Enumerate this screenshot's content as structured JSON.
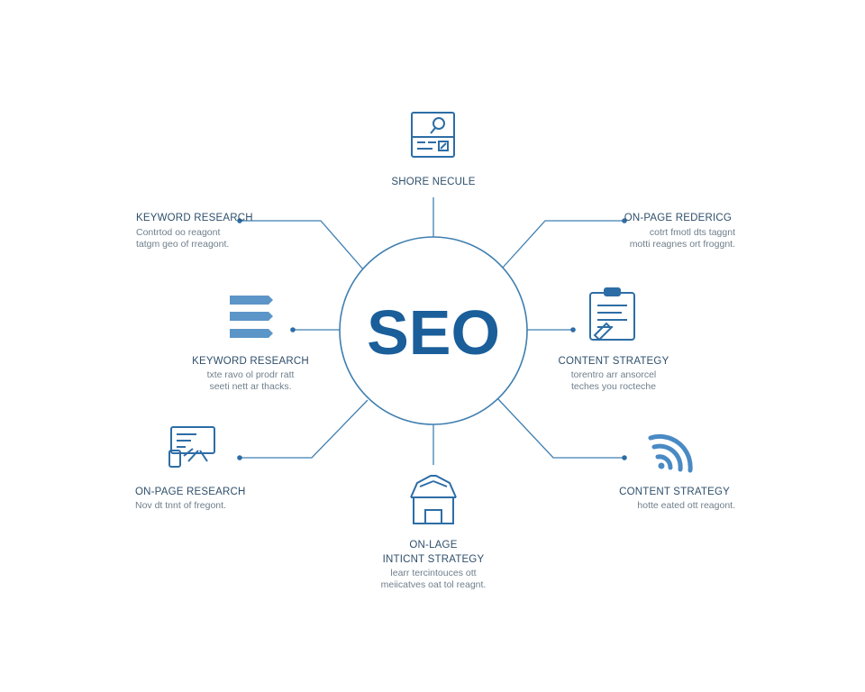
{
  "colors": {
    "line": "#3f7fb0",
    "accent": "#2d6da6",
    "hub_text": "#1a5e9a",
    "label": "#2f4f6b",
    "subtext": "#6f7f8c"
  },
  "hub": {
    "label": "SEO"
  },
  "nodes": {
    "top": {
      "icon": "browser-search-icon",
      "title": "SHORE NECULE"
    },
    "upper_left": {
      "title": "KEYWORD RESEARCH",
      "line1": "Contrtod oo reagont",
      "line2": "tatgm geo of rreagont."
    },
    "mid_left": {
      "icon": "stacked-bars-icon",
      "title": "KEYWORD RESEARCH",
      "line1": "txte ravo ol prodr ratt",
      "line2": "seeti nett ar thacks."
    },
    "lower_left": {
      "icon": "monitor-chart-icon",
      "title": "ON-PAGE RESEARCH",
      "line1": "Nov dt tnnt of fregont."
    },
    "upper_right": {
      "title": "ON-PAGE REDERICG",
      "line1": "cotrt fmotl dts taggnt",
      "line2": "motti reagnes ort froggnt."
    },
    "mid_right": {
      "icon": "clipboard-icon",
      "title": "CONTENT STRATEGY",
      "line1": "torentro arr ansorcel",
      "line2": "teches you rocteche"
    },
    "lower_right": {
      "icon": "signal-icon",
      "title": "CONTENT STRATEGY",
      "line1": "hotte eated ott reagont."
    },
    "bottom": {
      "icon": "house-icon",
      "title": "ON-LAGE",
      "title2": "INTICNT STRATEGY",
      "line1": "learr tercintouces ott",
      "line2": "meiicatves oat tol reagnt."
    }
  }
}
